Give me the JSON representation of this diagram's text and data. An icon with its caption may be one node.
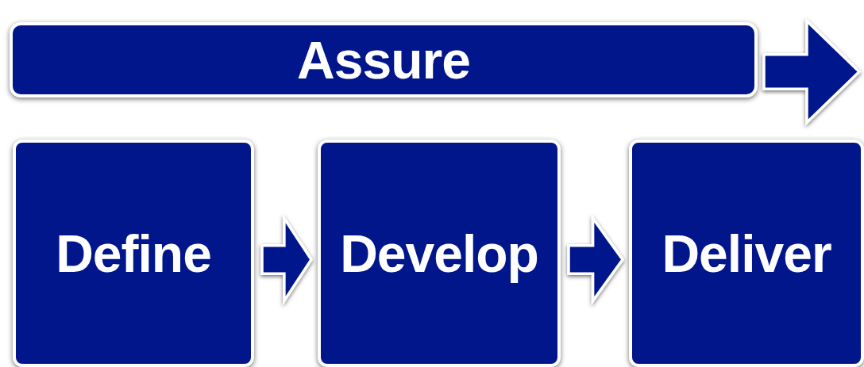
{
  "diagram": {
    "nodes": [
      {
        "text": [
          "Assure"
        ]
      },
      {
        "text": [
          "Define"
        ]
      },
      {
        "text": [
          "Develop"
        ]
      },
      {
        "text": [
          "Deliver"
        ]
      }
    ],
    "edges": [
      {
        "from": 0,
        "to": null,
        "arrow": "to"
      },
      {
        "from": 1,
        "to": 2,
        "arrow": "to"
      },
      {
        "from": 2,
        "to": 3,
        "arrow": "to"
      }
    ]
  }
}
